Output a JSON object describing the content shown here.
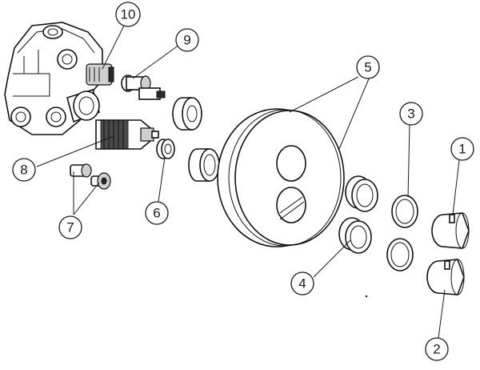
{
  "callouts": [
    {
      "label": "1"
    },
    {
      "label": "2"
    },
    {
      "label": "3"
    },
    {
      "label": "4"
    },
    {
      "label": "5"
    },
    {
      "label": "6"
    },
    {
      "label": "7"
    },
    {
      "label": "8"
    },
    {
      "label": "9"
    },
    {
      "label": "10"
    }
  ],
  "colors": {
    "line": "#111111",
    "background": "#ffffff",
    "shade": "#cfcfcf"
  }
}
